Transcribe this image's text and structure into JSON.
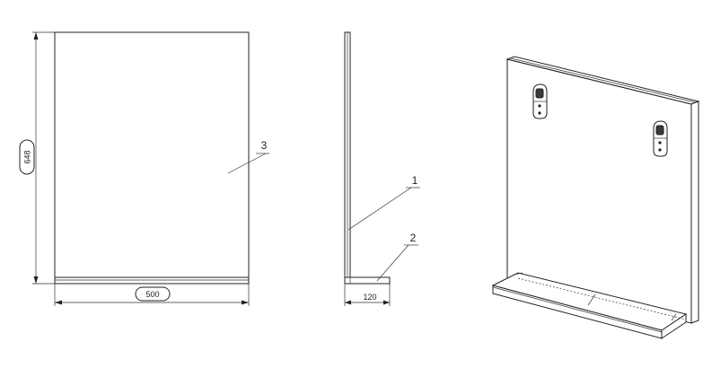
{
  "front_view": {
    "width_dimension": "500",
    "height_dimension": "648",
    "part_label": "3"
  },
  "side_view": {
    "depth_dimension": "120",
    "part_labels": [
      "1",
      "2"
    ]
  }
}
